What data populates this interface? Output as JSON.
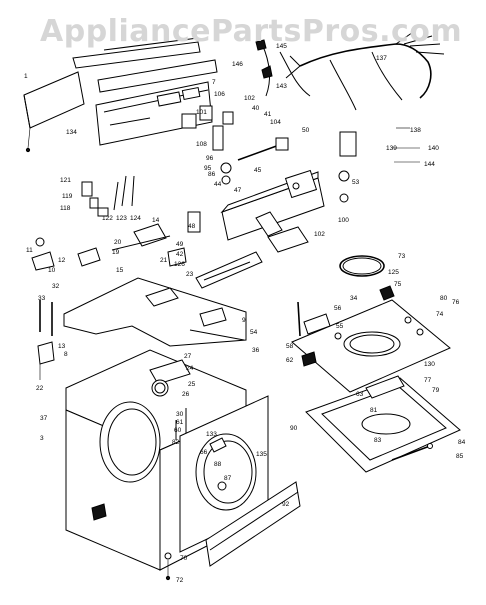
{
  "watermark": "AppliancePartsPros.com",
  "colors": {
    "background": "#ffffff",
    "ink": "#000000",
    "watermark": "#d6d6d6"
  },
  "part_labels": [
    {
      "key": "l1",
      "text": "1"
    },
    {
      "key": "l7",
      "text": "7"
    },
    {
      "key": "l134",
      "text": "134"
    },
    {
      "key": "l101",
      "text": "101"
    },
    {
      "key": "l106",
      "text": "106"
    },
    {
      "key": "l102",
      "text": "102"
    },
    {
      "key": "l40",
      "text": "40"
    },
    {
      "key": "l41",
      "text": "41"
    },
    {
      "key": "l104",
      "text": "104"
    },
    {
      "key": "l50",
      "text": "50"
    },
    {
      "key": "l108",
      "text": "108"
    },
    {
      "key": "l96",
      "text": "96"
    },
    {
      "key": "l95",
      "text": "95"
    },
    {
      "key": "l86",
      "text": "86"
    },
    {
      "key": "l44",
      "text": "44"
    },
    {
      "key": "l45",
      "text": "45"
    },
    {
      "key": "l47",
      "text": "47"
    },
    {
      "key": "l48",
      "text": "48"
    },
    {
      "key": "l100",
      "text": "100"
    },
    {
      "key": "l102b",
      "text": "102"
    },
    {
      "key": "l53",
      "text": "53"
    },
    {
      "key": "l137",
      "text": "137"
    },
    {
      "key": "l146",
      "text": "146"
    },
    {
      "key": "l145",
      "text": "145"
    },
    {
      "key": "l143",
      "text": "143"
    },
    {
      "key": "l138",
      "text": "138"
    },
    {
      "key": "l139",
      "text": "139"
    },
    {
      "key": "l140",
      "text": "140"
    },
    {
      "key": "l144",
      "text": "144"
    },
    {
      "key": "l121",
      "text": "121"
    },
    {
      "key": "l119",
      "text": "119"
    },
    {
      "key": "l118",
      "text": "118"
    },
    {
      "key": "l122",
      "text": "122"
    },
    {
      "key": "l123",
      "text": "123"
    },
    {
      "key": "l124",
      "text": "124"
    },
    {
      "key": "l14",
      "text": "14"
    },
    {
      "key": "l20",
      "text": "20"
    },
    {
      "key": "l19",
      "text": "19"
    },
    {
      "key": "l21",
      "text": "21"
    },
    {
      "key": "l15",
      "text": "15"
    },
    {
      "key": "l126",
      "text": "126"
    },
    {
      "key": "l42",
      "text": "42"
    },
    {
      "key": "l49",
      "text": "49"
    },
    {
      "key": "l23",
      "text": "23"
    },
    {
      "key": "l11",
      "text": "11"
    },
    {
      "key": "l12",
      "text": "12"
    },
    {
      "key": "l10",
      "text": "10"
    },
    {
      "key": "l33",
      "text": "33"
    },
    {
      "key": "l32",
      "text": "32"
    },
    {
      "key": "l13",
      "text": "13"
    },
    {
      "key": "l22",
      "text": "22"
    },
    {
      "key": "l8",
      "text": "8"
    },
    {
      "key": "l9",
      "text": "9"
    },
    {
      "key": "l54",
      "text": "54"
    },
    {
      "key": "l36",
      "text": "36"
    },
    {
      "key": "l27",
      "text": "27"
    },
    {
      "key": "l24",
      "text": "24"
    },
    {
      "key": "l25",
      "text": "25"
    },
    {
      "key": "l26",
      "text": "26"
    },
    {
      "key": "l37",
      "text": "37"
    },
    {
      "key": "l3",
      "text": "3"
    },
    {
      "key": "l30",
      "text": "30"
    },
    {
      "key": "l61",
      "text": "61"
    },
    {
      "key": "l60",
      "text": "60"
    },
    {
      "key": "l82",
      "text": "82"
    },
    {
      "key": "l88",
      "text": "88"
    },
    {
      "key": "l87",
      "text": "87"
    },
    {
      "key": "l66",
      "text": "66"
    },
    {
      "key": "l135",
      "text": "135"
    },
    {
      "key": "l133",
      "text": "133"
    },
    {
      "key": "l92",
      "text": "92"
    },
    {
      "key": "l70",
      "text": "70"
    },
    {
      "key": "l72",
      "text": "72"
    },
    {
      "key": "l73",
      "text": "73"
    },
    {
      "key": "l75",
      "text": "75"
    },
    {
      "key": "l76",
      "text": "76"
    },
    {
      "key": "l80",
      "text": "80"
    },
    {
      "key": "l74",
      "text": "74"
    },
    {
      "key": "l56",
      "text": "56"
    },
    {
      "key": "l58",
      "text": "58"
    },
    {
      "key": "l62",
      "text": "62"
    },
    {
      "key": "l34",
      "text": "34"
    },
    {
      "key": "l55",
      "text": "55"
    },
    {
      "key": "l130",
      "text": "130"
    },
    {
      "key": "l77",
      "text": "77"
    },
    {
      "key": "l79",
      "text": "79"
    },
    {
      "key": "l63",
      "text": "63"
    },
    {
      "key": "l81",
      "text": "81"
    },
    {
      "key": "l83",
      "text": "83"
    },
    {
      "key": "l84",
      "text": "84"
    },
    {
      "key": "l85",
      "text": "85"
    },
    {
      "key": "l90",
      "text": "90"
    },
    {
      "key": "l125",
      "text": "125"
    }
  ]
}
